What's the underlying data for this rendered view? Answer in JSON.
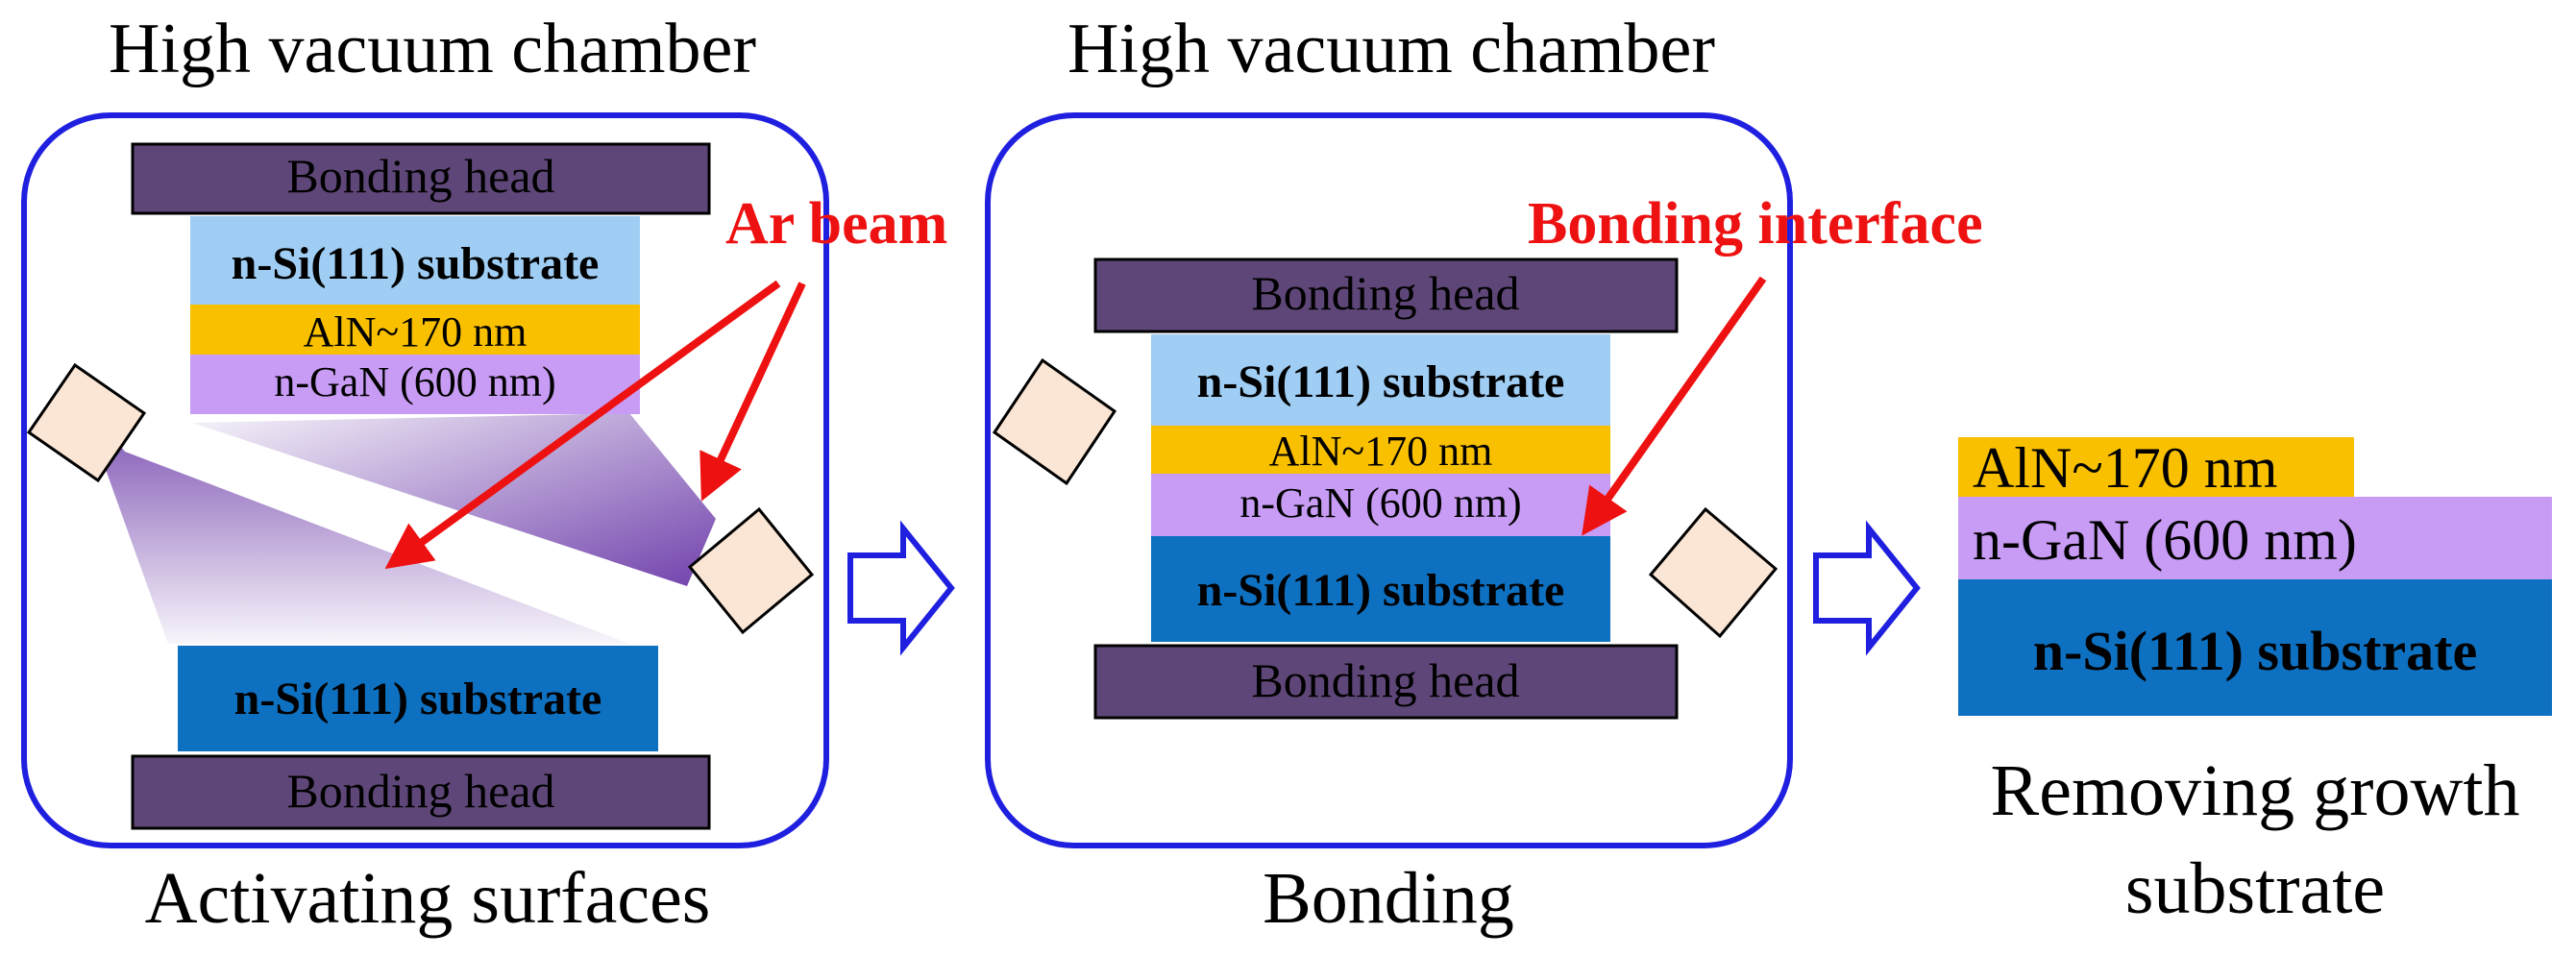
{
  "colors": {
    "chamber_border": "#1f1fe0",
    "bonding_head": "#5e4778",
    "si_light": "#9fcdf3",
    "si_dark": "#0e70c0",
    "aln": "#f9c000",
    "gan": "#c89cf5",
    "red_label": "#ee1111",
    "source": "#fbe6d5",
    "beam": "#6a38a8"
  },
  "panel1": {
    "chamber_label": "High vacuum chamber",
    "caption": "Activating surfaces",
    "top_head": "Bonding head",
    "top_si": "n-Si(111) substrate",
    "aln": "AlN~170 nm",
    "gan": "n-GaN (600 nm)",
    "bottom_si": "n-Si(111) substrate",
    "bottom_head": "Bonding head",
    "beam_label": "Ar beam"
  },
  "panel2": {
    "chamber_label": "High vacuum chamber",
    "caption": "Bonding",
    "top_head": "Bonding head",
    "top_si": "n-Si(111) substrate",
    "aln": "AlN~170 nm",
    "gan": "n-GaN (600 nm)",
    "bottom_si": "n-Si(111) substrate",
    "bottom_head": "Bonding head",
    "interface_label": "Bonding interface"
  },
  "panel3": {
    "aln": "AlN~170 nm",
    "gan": "n-GaN (600 nm)",
    "si": "n-Si(111) substrate",
    "caption_line1": "Removing growth",
    "caption_line2": "substrate"
  },
  "icons": [
    "arrow-right-icon",
    "arrow-right-icon"
  ]
}
